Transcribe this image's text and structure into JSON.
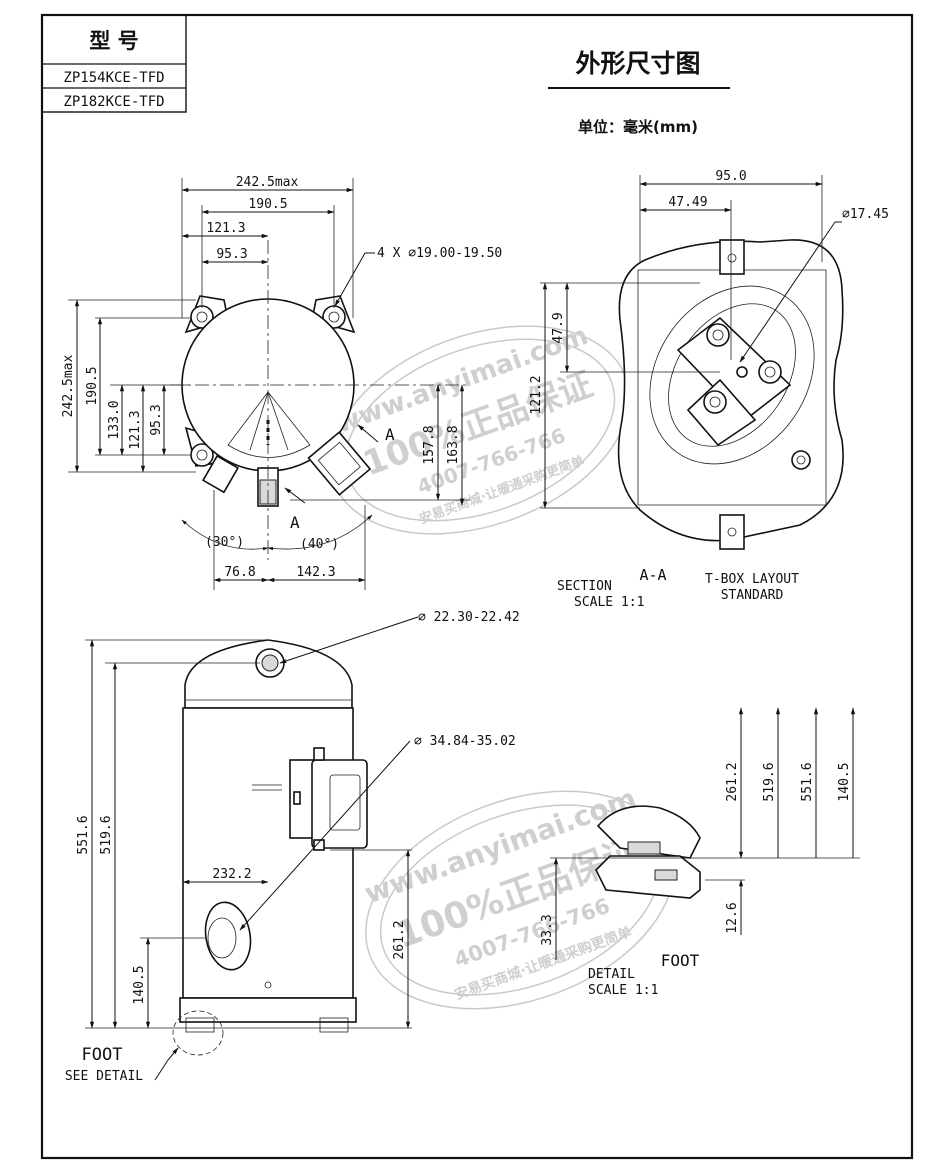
{
  "title_block": {
    "header": "型 号",
    "models": [
      "ZP154KCE-TFD",
      "ZP182KCE-TFD"
    ]
  },
  "drawing_title": "外形尺寸图",
  "unit_label": "单位：毫米(mm)",
  "top_view": {
    "width_max": "242.5max",
    "bolt_span": "190.5",
    "half_121": "121.3",
    "half_95": "95.3",
    "mount_holes": "4 X ∅19.00-19.50",
    "height_max": "242.5max",
    "v_190": "190.5",
    "v_133": "133.0",
    "v_121": "121.3",
    "v_95": "95.3",
    "v_157": "157.8",
    "v_163": "163.8",
    "angle_30": "(30°)",
    "angle_40": "(40°)",
    "h_76": "76.8",
    "h_142": "142.3",
    "section_mark": "A"
  },
  "tbox_view": {
    "w_95": "95.0",
    "w_47": "47.49",
    "dia": "∅17.45",
    "v_47": "47.9",
    "v_121": "121.2",
    "section_title": "A-A",
    "section_label": "SECTION",
    "scale_label": "SCALE  1:1",
    "layout_label": "T-BOX LAYOUT",
    "standard_label": "STANDARD"
  },
  "side_view": {
    "suction_dia": "∅ 22.30-22.42",
    "discharge_dia": "∅ 34.84-35.02",
    "h_551": "551.6",
    "h_519": "519.6",
    "h_232": "232.2",
    "h_261": "261.2",
    "h_140": "140.5",
    "foot_label": "FOOT",
    "see_detail": "SEE DETAIL"
  },
  "foot_view": {
    "v_261": "261.2",
    "v_519": "519.6",
    "v_551": "551.6",
    "v_140": "140.5",
    "v_12": "12.6",
    "v_33": "33.3",
    "foot_label": "FOOT",
    "detail_label": "DETAIL",
    "scale_label": "SCALE  1:1"
  },
  "watermark": {
    "site": "www.anyimai.com",
    "guarantee": "100%正品保证",
    "phone": "4007-766-766",
    "slogan": "安易买商城·让暖通采购更简单"
  },
  "colors": {
    "line": "#111111",
    "watermark": "#cfcfcf",
    "background": "#ffffff"
  }
}
